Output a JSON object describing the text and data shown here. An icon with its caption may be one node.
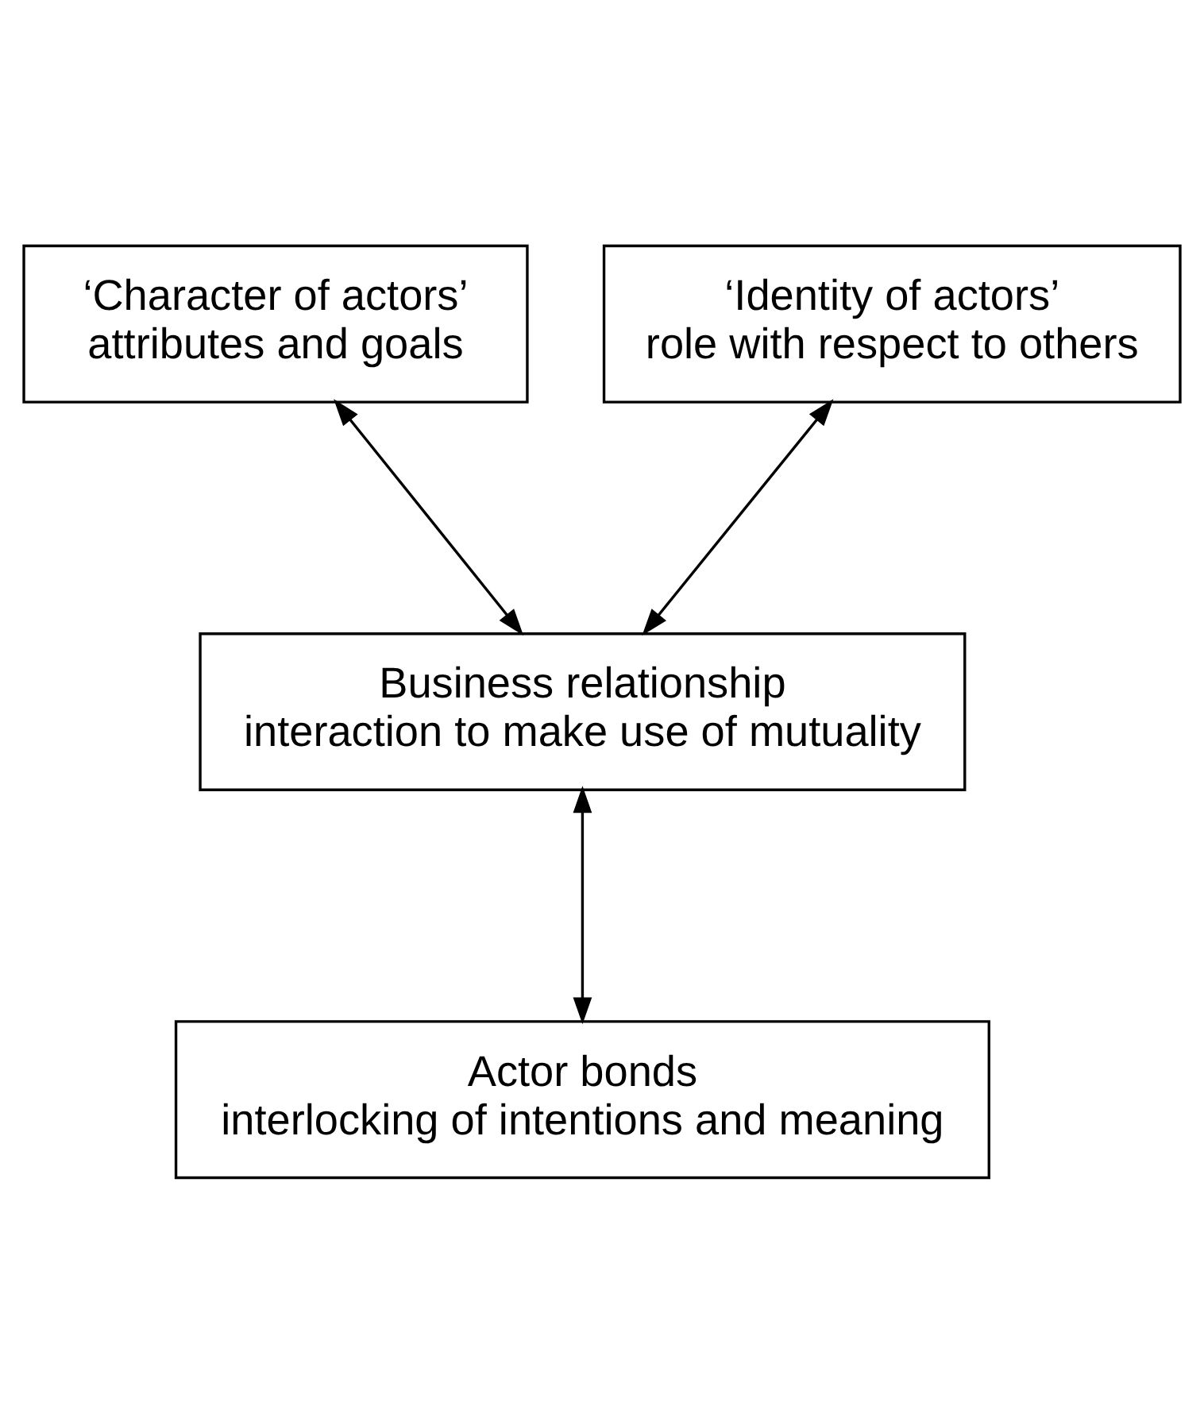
{
  "diagram": {
    "nodes": [
      {
        "text": [
          "‘Character of actors’",
          "attributes and goals"
        ]
      },
      {
        "text": [
          "‘Identity of actors’",
          "role with respect to others"
        ]
      },
      {
        "text": [
          "Business relationship",
          "interaction to make use of mutuality"
        ]
      },
      {
        "text": [
          "Actor bonds",
          "interlocking of intentions and meaning"
        ]
      }
    ],
    "edges": [
      {
        "from": 0,
        "to": 2,
        "arrow": "both"
      },
      {
        "from": 1,
        "to": 2,
        "arrow": "both"
      },
      {
        "from": 2,
        "to": 3,
        "arrow": "both"
      }
    ]
  }
}
